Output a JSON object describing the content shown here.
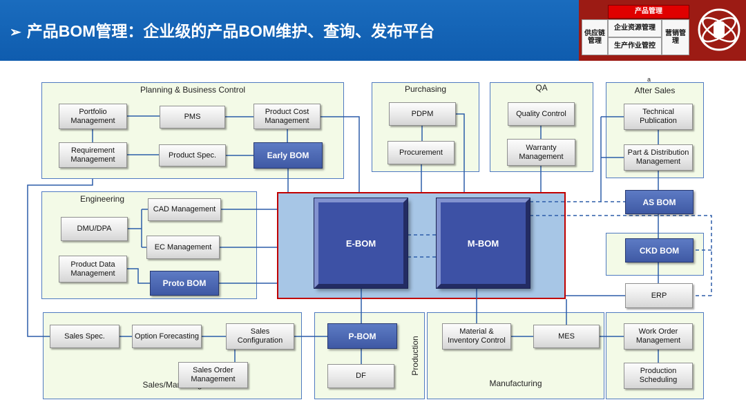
{
  "header": {
    "arrow": "➢",
    "title": "产品BOM管理：企业级的产品BOM维护、查询、发布平台",
    "legend": {
      "top": "产品管理",
      "left": "供应链管理",
      "mid_top": "企业资源管理",
      "mid_bottom": "生产作业管控",
      "right": "营销管理"
    }
  },
  "diagram": {
    "planning": {
      "label": "Planning & Business Control",
      "portfolio": "Portfolio Management",
      "pms": "PMS",
      "product_cost": "Product Cost Management",
      "requirement": "Requirement Management",
      "product_spec": "Product Spec.",
      "early_bom": "Early BOM"
    },
    "purchasing": {
      "label": "Purchasing",
      "pdpm": "PDPM",
      "procurement": "Procurement"
    },
    "qa": {
      "label": "QA",
      "quality_control": "Quality Control",
      "warranty": "Warranty Management"
    },
    "after_sales": {
      "label": "After Sales",
      "note": "a",
      "tech_pub": "Technical Publication",
      "part_dist": "Part & Distribution Management",
      "as_bom": "AS BOM"
    },
    "engineering": {
      "label": "Engineering",
      "cad": "CAD Management",
      "dmu": "DMU/DPA",
      "ec": "EC Management",
      "pdm": "Product Data Management",
      "proto_bom": "Proto BOM"
    },
    "core": {
      "e_bom": "E-BOM",
      "m_bom": "M-BOM"
    },
    "right_chain": {
      "ckd_bom": "CKD BOM",
      "erp": "ERP"
    },
    "sales": {
      "label": "Sales/Marketing",
      "sales_spec": "Sales Spec.",
      "option_forecasting": "Option Forecasting",
      "sales_config": "Sales Configuration",
      "sales_order": "Sales Order Management"
    },
    "production": {
      "label": "Production",
      "p_bom": "P-BOM",
      "df": "DF"
    },
    "manufacturing": {
      "label": "Manufacturing",
      "material": "Material & Inventory Control",
      "mes": "MES"
    },
    "work_orders": {
      "work_order": "Work Order Management",
      "prod_sched": "Production Scheduling"
    }
  },
  "colors": {
    "header_blue": "#1361b0",
    "legend_panel_red": "#9c1b14",
    "legend_strip_red": "#e00000",
    "group_green": "#f3fae7",
    "group_border_blue": "#4e79c0",
    "core_panel_blue": "#a7c6e6",
    "core_panel_border_red": "#c00000",
    "bom_blue": "#4661a8",
    "core_box_blue": "#3d51a5",
    "line_blue": "#2b5ca8"
  }
}
